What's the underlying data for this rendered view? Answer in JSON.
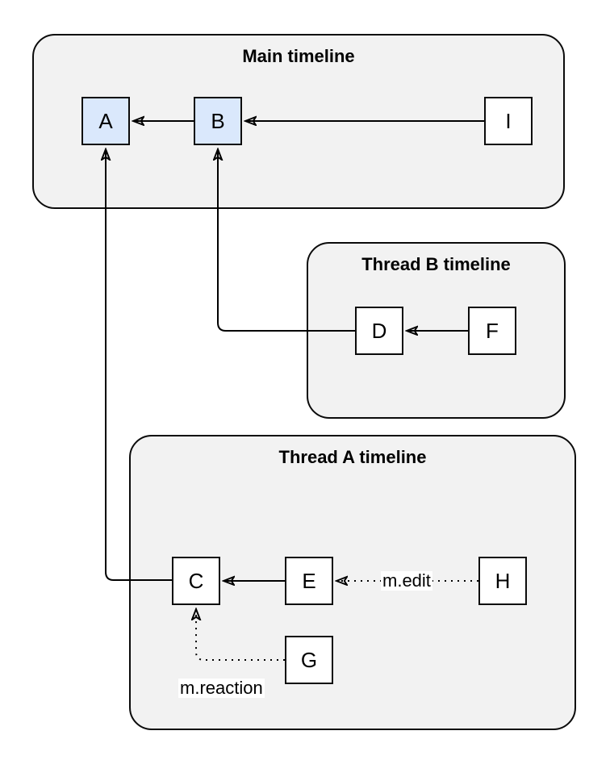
{
  "diagram": {
    "kind": "event-graph",
    "groups": {
      "main": {
        "title": "Main timeline"
      },
      "thread_b": {
        "title": "Thread B timeline"
      },
      "thread_a": {
        "title": "Thread A timeline"
      }
    },
    "nodes": {
      "a": {
        "label": "A",
        "group": "main",
        "highlighted": true
      },
      "b": {
        "label": "B",
        "group": "main",
        "highlighted": true
      },
      "i": {
        "label": "I",
        "group": "main",
        "highlighted": false
      },
      "d": {
        "label": "D",
        "group": "thread_b",
        "highlighted": false
      },
      "f": {
        "label": "F",
        "group": "thread_b",
        "highlighted": false
      },
      "c": {
        "label": "C",
        "group": "thread_a",
        "highlighted": false
      },
      "e": {
        "label": "E",
        "group": "thread_a",
        "highlighted": false
      },
      "h": {
        "label": "H",
        "group": "thread_a",
        "highlighted": false
      },
      "g": {
        "label": "G",
        "group": "thread_a",
        "highlighted": false
      }
    },
    "edges": [
      {
        "from": "B",
        "to": "A",
        "style": "solid",
        "label": ""
      },
      {
        "from": "I",
        "to": "B",
        "style": "solid",
        "label": ""
      },
      {
        "from": "F",
        "to": "D",
        "style": "solid",
        "label": ""
      },
      {
        "from": "D",
        "to": "B",
        "style": "solid",
        "label": ""
      },
      {
        "from": "E",
        "to": "C",
        "style": "solid",
        "label": ""
      },
      {
        "from": "C",
        "to": "A",
        "style": "solid",
        "label": ""
      },
      {
        "from": "H",
        "to": "E",
        "style": "dotted",
        "label": "m.edit"
      },
      {
        "from": "G",
        "to": "C",
        "style": "dotted",
        "label": "m.reaction"
      }
    ],
    "colors": {
      "group_fill": "#f2f2f2",
      "group_border": "#0b0b0b",
      "node_fill": "#ffffff",
      "node_highlight_fill": "#dae8fc",
      "node_border": "#0b0b0b",
      "edge_color": "#000000",
      "edge_label_background": "#ffffff"
    }
  }
}
